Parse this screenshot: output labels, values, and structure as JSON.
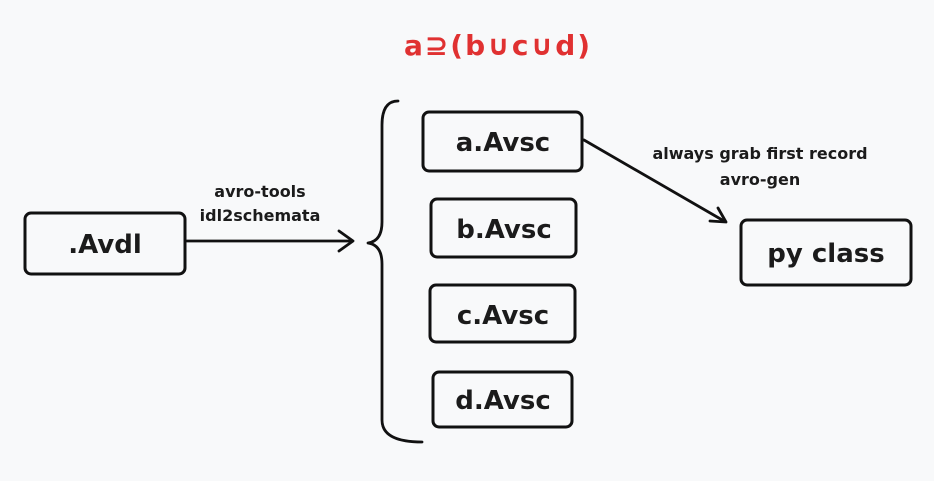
{
  "formula": "a⊇(b∪c∪d)",
  "nodes": {
    "avdl": ".Avdl",
    "a_avsc": "a.Avsc",
    "b_avsc": "b.Avsc",
    "c_avsc": "c.Avsc",
    "d_avsc": "d.Avsc",
    "py_class": "py class"
  },
  "edges": {
    "avdl_to_schemata": {
      "line1": "avro-tools",
      "line2": "idl2schemata"
    },
    "a_to_py_class": {
      "line1": "always grab first record",
      "line2": "avro-gen"
    }
  },
  "colors": {
    "formula": "#e03131",
    "stroke": "#111111",
    "background": "#f8f9fa"
  }
}
